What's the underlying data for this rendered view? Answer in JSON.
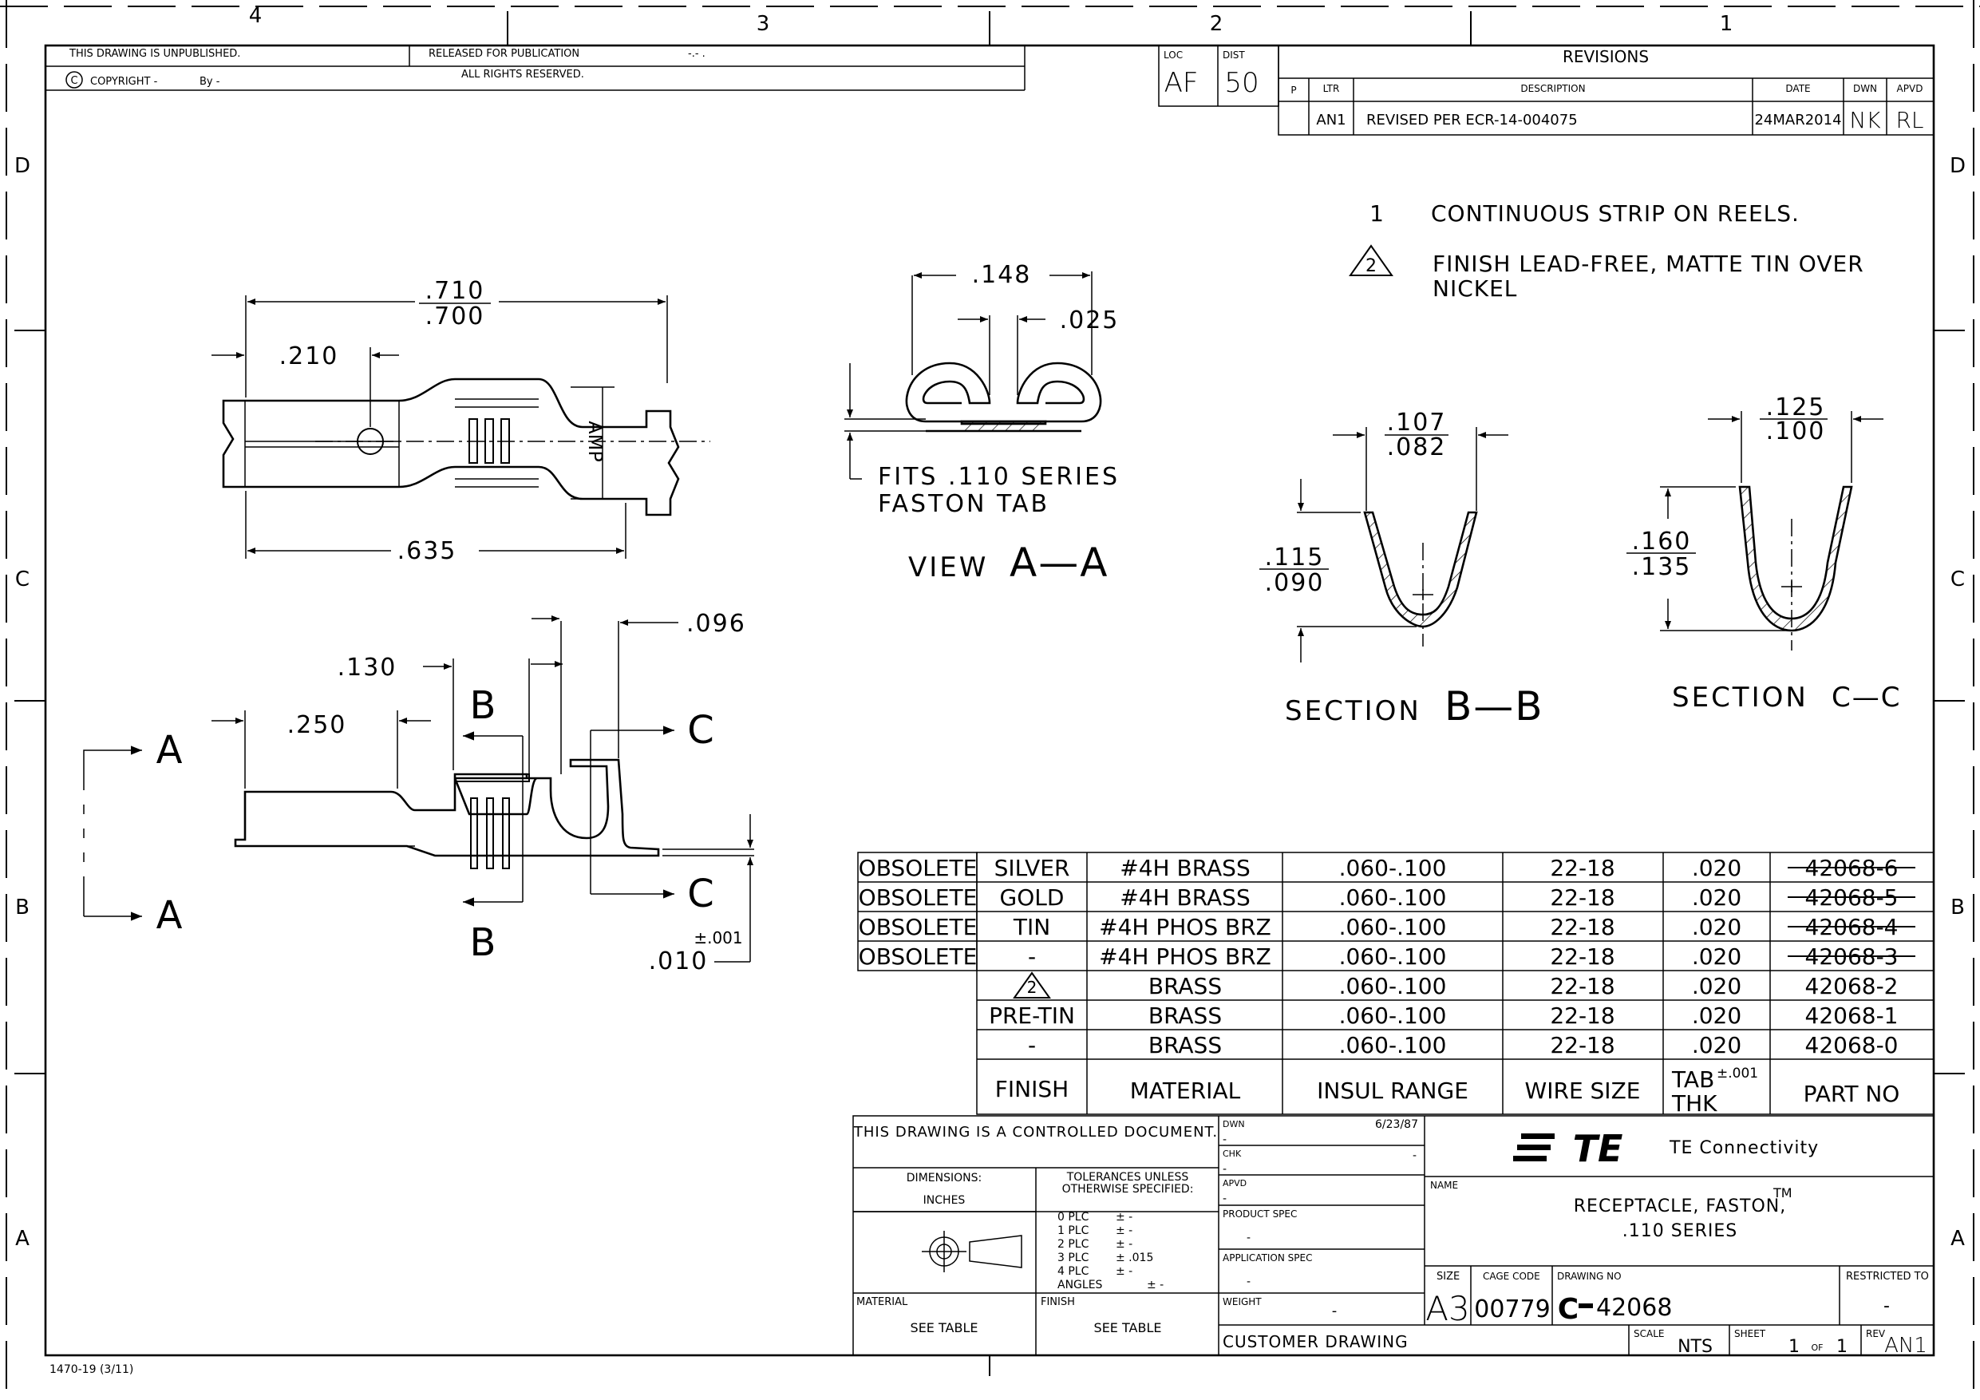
{
  "zones": {
    "top": [
      "4",
      "3",
      "2",
      "1"
    ],
    "side": [
      "D",
      "C",
      "B",
      "A"
    ]
  },
  "header": {
    "unpublished": "THIS DRAWING IS UNPUBLISHED.",
    "released": "RELEASED FOR PUBLICATION",
    "release_date": "-.-  .",
    "copyright_symbol": "C",
    "copyright": "COPYRIGHT  -",
    "by": "By  -",
    "rights": "ALL RIGHTS RESERVED."
  },
  "loc_dist": {
    "loc_label": "LOC",
    "loc_value": "AF",
    "dist_label": "DIST",
    "dist_value": "50"
  },
  "revisions": {
    "title": "REVISIONS",
    "headers": {
      "p": "P",
      "ltr": "LTR",
      "description": "DESCRIPTION",
      "date": "DATE",
      "dwn": "DWN",
      "apvd": "APVD"
    },
    "rows": [
      {
        "ltr": "AN1",
        "description": "REVISED PER ECR-14-004075",
        "date": "24MAR2014",
        "dwn": "NK",
        "apvd": "RL"
      }
    ]
  },
  "notes": [
    {
      "num": "1",
      "text_lines": [
        "CONTINUOUS STRIP ON REELS."
      ]
    },
    {
      "num": "2",
      "flag": true,
      "text_lines": [
        "FINISH LEAD-FREE, MATTE TIN OVER",
        "NICKEL"
      ]
    }
  ],
  "dimensions": {
    "overall_top": ".710",
    "overall_bottom": ".700",
    "hole": ".210",
    "length": ".635",
    "width148": ".148",
    "gap025": ".025",
    "dim130": ".130",
    "dim250": ".250",
    "dim096": ".096",
    "thk_tol": "±.001",
    "thk": ".010",
    "bb_top": ".107",
    "bb_bottom": ".082",
    "bb_h_top": ".115",
    "bb_h_bottom": ".090",
    "cc_top": ".125",
    "cc_bottom": ".100",
    "cc_h_top": ".160",
    "cc_h_bottom": ".135"
  },
  "views": {
    "fits_line1": "FITS .110 SERIES",
    "fits_line2": "FASTON TAB",
    "view_aa_prefix": "VIEW",
    "view_aa_letters": "A—A",
    "section_bb_prefix": "SECTION",
    "section_bb_letters": "B—B",
    "section_cc_prefix": "SECTION",
    "section_cc_letters": "C—C",
    "marker_a": "A",
    "marker_b": "B",
    "marker_c": "C",
    "amp_mark": "AMP"
  },
  "parts_table": {
    "header": {
      "finish": "FINISH",
      "material": "MATERIAL",
      "insul": "INSUL RANGE",
      "wire": "WIRE SIZE",
      "tab": "TAB",
      "tab_tol": "±.001",
      "thk": "THK",
      "part": "PART NO"
    },
    "rows": [
      {
        "status": "OBSOLETE",
        "finish": "SILVER",
        "material": "#4H BRASS",
        "insul": ".060-.100",
        "wire": "22-18",
        "tab": ".020",
        "part": "42068-6",
        "struck": true
      },
      {
        "status": "OBSOLETE",
        "finish": "GOLD",
        "material": "#4H BRASS",
        "insul": ".060-.100",
        "wire": "22-18",
        "tab": ".020",
        "part": "42068-5",
        "struck": true
      },
      {
        "status": "OBSOLETE",
        "finish": "TIN",
        "material": "#4H PHOS BRZ",
        "insul": ".060-.100",
        "wire": "22-18",
        "tab": ".020",
        "part": "42068-4",
        "struck": true
      },
      {
        "status": "OBSOLETE",
        "finish": "-",
        "material": "#4H PHOS BRZ",
        "insul": ".060-.100",
        "wire": "22-18",
        "tab": ".020",
        "part": "42068-3",
        "struck": true
      },
      {
        "status": "",
        "finish": "2",
        "finish_flag": true,
        "material": "BRASS",
        "insul": ".060-.100",
        "wire": "22-18",
        "tab": ".020",
        "part": "42068-2",
        "struck": false
      },
      {
        "status": "",
        "finish": "PRE-TIN",
        "material": "BRASS",
        "insul": ".060-.100",
        "wire": "22-18",
        "tab": ".020",
        "part": "42068-1",
        "struck": false
      },
      {
        "status": "",
        "finish": "-",
        "material": "BRASS",
        "insul": ".060-.100",
        "wire": "22-18",
        "tab": ".020",
        "part": "42068-0",
        "struck": false
      }
    ]
  },
  "title_block": {
    "controlled": "THIS DRAWING IS A CONTROLLED DOCUMENT.",
    "dimensions_label": "DIMENSIONS:",
    "dimensions_units": "INCHES",
    "tolerances_line1": "TOLERANCES UNLESS",
    "tolerances_line2": "OTHERWISE SPECIFIED:",
    "tolerances": [
      {
        "label": "0 PLC",
        "value": "± -"
      },
      {
        "label": "1 PLC",
        "value": "± -"
      },
      {
        "label": "2 PLC",
        "value": "± -"
      },
      {
        "label": "3 PLC",
        "value": "± .015"
      },
      {
        "label": "4 PLC",
        "value": "± -"
      }
    ],
    "angles_label": "ANGLES",
    "angles_value": "± -",
    "material_label": "MATERIAL",
    "material_value": "SEE TABLE",
    "finish_label": "FINISH",
    "finish_value": "SEE TABLE",
    "dwn_label": "DWN",
    "dwn_value": "-",
    "dwn_date": "6/23/87",
    "chk_label": "CHK",
    "chk_value": "-",
    "chk_right": "-",
    "apvd_label": "APVD",
    "apvd_value": "-",
    "product_spec_label": "PRODUCT SPEC",
    "product_spec_value": "-",
    "application_spec_label": "APPLICATION SPEC",
    "application_spec_value": "-",
    "weight_label": "WEIGHT",
    "weight_value": "-",
    "customer_drawing": "CUSTOMER DRAWING",
    "logo": "TE",
    "company": "TE Connectivity",
    "name_label": "NAME",
    "name_line1": "RECEPTACLE, FASTON,",
    "tm": "TM",
    "name_line2": ".110 SERIES",
    "size_label": "SIZE",
    "size_value": "A3",
    "cage_label": "CAGE CODE",
    "cage_value": "00779",
    "drawing_no_label": "DRAWING NO",
    "drawing_no_prefix": "C",
    "drawing_no_value": "42068",
    "restricted_label": "RESTRICTED TO",
    "restricted_value": "-",
    "scale_label": "SCALE",
    "scale_value": "NTS",
    "sheet_label": "SHEET",
    "sheet_value": "1",
    "sheet_of": "OF",
    "sheet_total": "1",
    "rev_label": "REV",
    "rev_value": "AN1"
  },
  "footer": {
    "form_no": "1470-19  (3/11)"
  }
}
